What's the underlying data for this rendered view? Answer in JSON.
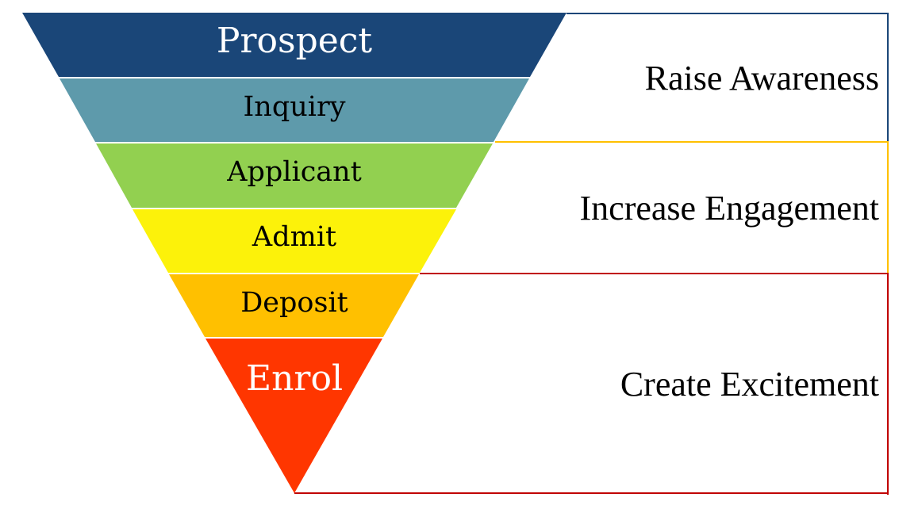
{
  "diagram": {
    "type": "inverted-funnel",
    "stages": [
      {
        "label": "Prospect",
        "color": "#1a4678",
        "text_color": "#ffffff"
      },
      {
        "label": "Inquiry",
        "color": "#5e9aab",
        "text_color": "#000000"
      },
      {
        "label": "Applicant",
        "color": "#92d050",
        "text_color": "#000000"
      },
      {
        "label": "Admit",
        "color": "#fcf20a",
        "text_color": "#000000"
      },
      {
        "label": "Deposit",
        "color": "#ffc000",
        "text_color": "#000000"
      },
      {
        "label": "Enrol",
        "color": "#ff3600",
        "text_color": "#ffffff"
      }
    ],
    "phases": [
      {
        "label": "Raise Awareness",
        "border_color": "#1a4678",
        "stages": [
          "Prospect",
          "Inquiry"
        ]
      },
      {
        "label": "Increase Engagement",
        "border_color": "#ffc000",
        "stages": [
          "Applicant",
          "Admit"
        ]
      },
      {
        "label": "Create Excitement",
        "border_color": "#c00000",
        "stages": [
          "Deposit",
          "Enrol"
        ]
      }
    ]
  }
}
